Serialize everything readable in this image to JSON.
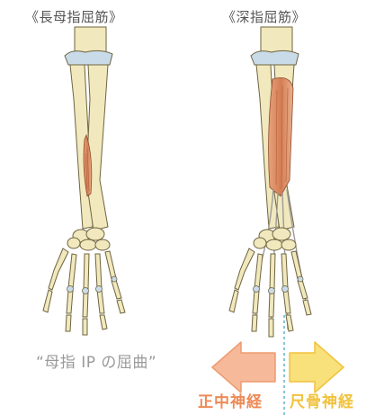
{
  "left_panel": {
    "title": "《長母指屈筋》",
    "caption": "“母指 IP の屈曲”"
  },
  "right_panel": {
    "title": "《深指屈筋》",
    "median_nerve_label": "正中神経",
    "ulnar_nerve_label": "尺骨神経"
  },
  "colors": {
    "bone": "#f1e8bd",
    "bone_outline": "#6e6440",
    "cartilage": "#c9dbe8",
    "muscle": "#d98b5f",
    "median_arrow": "#f6b99a",
    "median_text": "#ee8a57",
    "ulnar_arrow": "#f8e07a",
    "ulnar_text": "#f1c23d",
    "divider": "#3a9fc3"
  }
}
